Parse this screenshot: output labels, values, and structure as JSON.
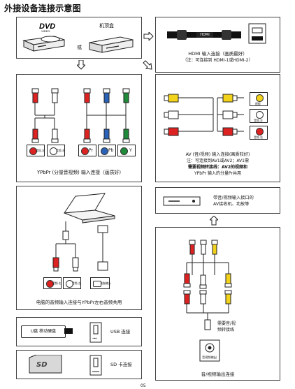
{
  "title": "外接设备连接示意图",
  "page_number": "05",
  "panels": {
    "hdmi": {
      "box_label": "机顶盒",
      "or": "或",
      "cable_label": "HDMI",
      "caption1": "HDMI 输入连接（画质最好）",
      "caption2": "（注：可连接到 HDMI-1或HDMI-2）"
    },
    "ypbpr": {
      "caption": "YPbPr (分量音视频) 输入连接（画质好)",
      "badges": [
        "音频-左",
        "音频-右",
        "Pr",
        "Pb",
        "Y"
      ]
    },
    "av": {
      "caption1": "AV (音/视频) 输入连接(画质较好)",
      "caption2": "注：可连接到AV1或AV2；AV1需",
      "caption3": "需要视频转接线：AV2的视频和",
      "caption4": "YPbPr 输入的分量Pr共用",
      "badges": [
        "视频",
        "音频-左",
        "音频-右"
      ]
    },
    "pc": {
      "caption": "电脑的音频输入连接与YPbPr左右音频共用",
      "badges": [
        "音频-右",
        "音频-左",
        "电脑输入"
      ]
    },
    "av_out": {
      "caption1": "带音/视频输入接口的",
      "caption2": "AV接收机、功放等",
      "adapter_line1": "需要音/视",
      "adapter_line2": "频转接线",
      "port_label": "音视频输出",
      "caption_bottom": "音/视频输出连接"
    },
    "usb": {
      "drive_label": "U盘 移动硬盘",
      "caption": "USB 连接"
    },
    "sd": {
      "caption": "SD 卡连接"
    }
  }
}
